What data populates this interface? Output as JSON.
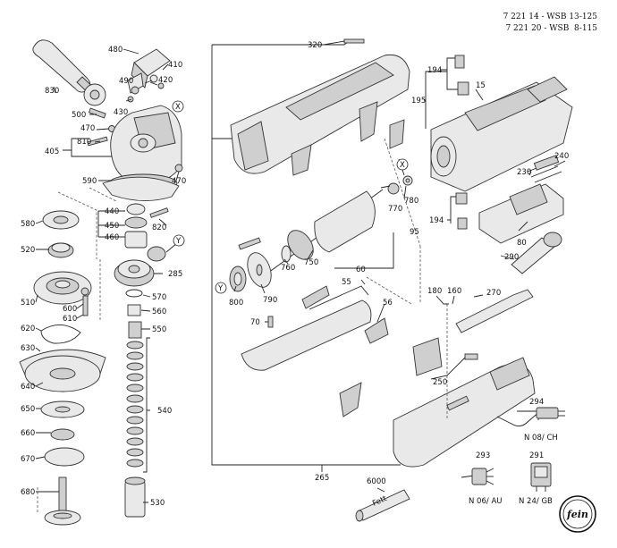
{
  "header": {
    "line1": "7 221 14 - WSB 13-125",
    "line2": "7 221 20 - WSB  8-115"
  },
  "callouts": {
    "p830": "830",
    "p480": "480",
    "p410": "410",
    "p490": "490",
    "p420": "420",
    "p430": "430",
    "p500": "500",
    "p470a": "470",
    "p810": "810",
    "p405": "405",
    "pX1": "X",
    "p590": "590",
    "p470b": "470",
    "p440": "440",
    "p450": "450",
    "p460": "460",
    "p820": "820",
    "pY1": "Y",
    "p580": "580",
    "p520": "520",
    "p285": "285",
    "p510": "510",
    "p600": "600",
    "p610": "610",
    "p570": "570",
    "p560": "560",
    "p620": "620",
    "p550": "550",
    "p630": "630",
    "p640": "640",
    "p650": "650",
    "p540": "540",
    "p660": "660",
    "p670": "670",
    "p680": "680",
    "p530": "530",
    "p320": "320",
    "p194a": "194",
    "p195": "195",
    "p15": "15",
    "pX2": "X",
    "p780": "780",
    "p770": "770",
    "p230": "230",
    "p240": "240",
    "p194b": "194",
    "p95": "95",
    "p80": "80",
    "p290": "290",
    "p760": "760",
    "p750": "750",
    "p60": "60",
    "pY2": "Y",
    "p800": "800",
    "p790": "790",
    "p55": "55",
    "p180": "180",
    "p160": "160",
    "p270": "270",
    "p56": "56",
    "p70": "70",
    "p250": "250",
    "p294": "294",
    "n08ch": "N 08/ CH",
    "p265": "265",
    "p293": "293",
    "p291": "291",
    "p6000": "6000",
    "n06au": "N 06/ AU",
    "n24gb": "N 24/ GB"
  },
  "grease_tube_label": "Fett",
  "logo_text": "fein"
}
